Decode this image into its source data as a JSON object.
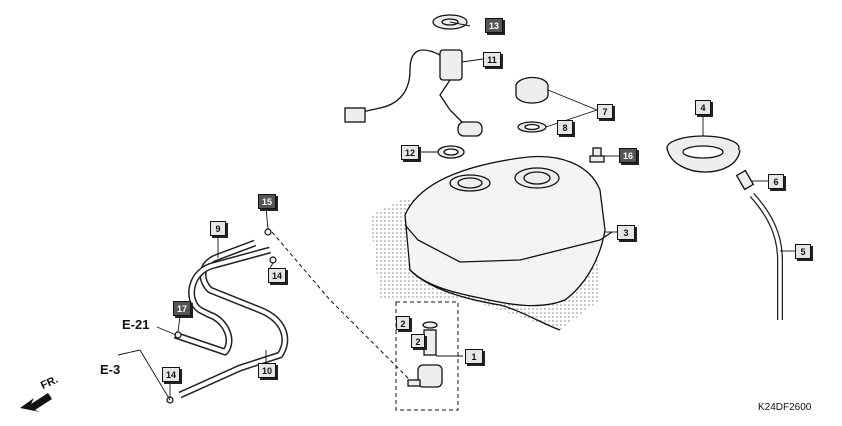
{
  "diagram": {
    "code": "K24DF2600",
    "direction_label": "FR.",
    "refs": {
      "e21": "E-21",
      "e3": "E-3"
    },
    "callouts": {
      "c1": "1",
      "c2a": "2",
      "c2b": "2",
      "c3": "3",
      "c4": "4",
      "c5": "5",
      "c6": "6",
      "c7": "7",
      "c8": "8",
      "c9": "9",
      "c10": "10",
      "c11": "11",
      "c12": "12",
      "c13": "13",
      "c14a": "14",
      "c14b": "14",
      "c15": "15",
      "c16": "16",
      "c17": "17"
    }
  }
}
